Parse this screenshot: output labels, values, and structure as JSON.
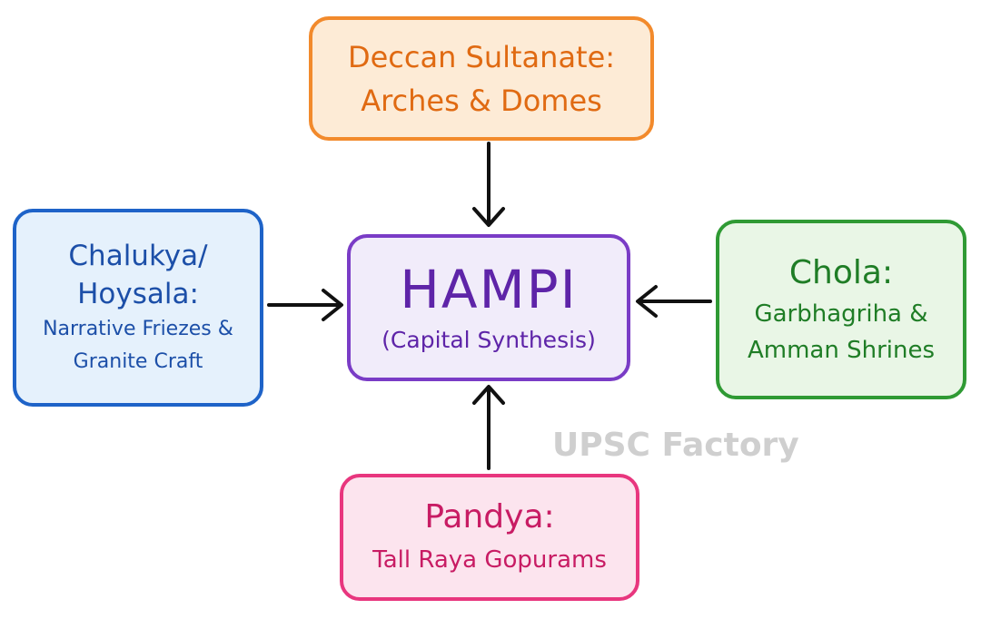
{
  "diagram": {
    "top": {
      "line1": "Deccan Sultanate:",
      "line2": "Arches & Domes"
    },
    "left": {
      "line1": "Chalukya/",
      "line2": "Hoysala:",
      "line3": "Narrative Friezes &",
      "line4": "Granite Craft"
    },
    "center": {
      "line1": "HAMPI",
      "line2": "(Capital Synthesis)"
    },
    "right": {
      "line1": "Chola:",
      "line2": "Garbhagriha &",
      "line3": "Amman Shrines"
    },
    "bottom": {
      "line1": "Pandya:",
      "line2": "Tall Raya Gopurams"
    }
  },
  "watermark": "UPSC Factory",
  "colors": {
    "top_border": "#f28a2c",
    "left_border": "#1e63c8",
    "center_border": "#7a3cc6",
    "right_border": "#2f9a34",
    "bottom_border": "#e8367e",
    "arrow": "#111111"
  }
}
